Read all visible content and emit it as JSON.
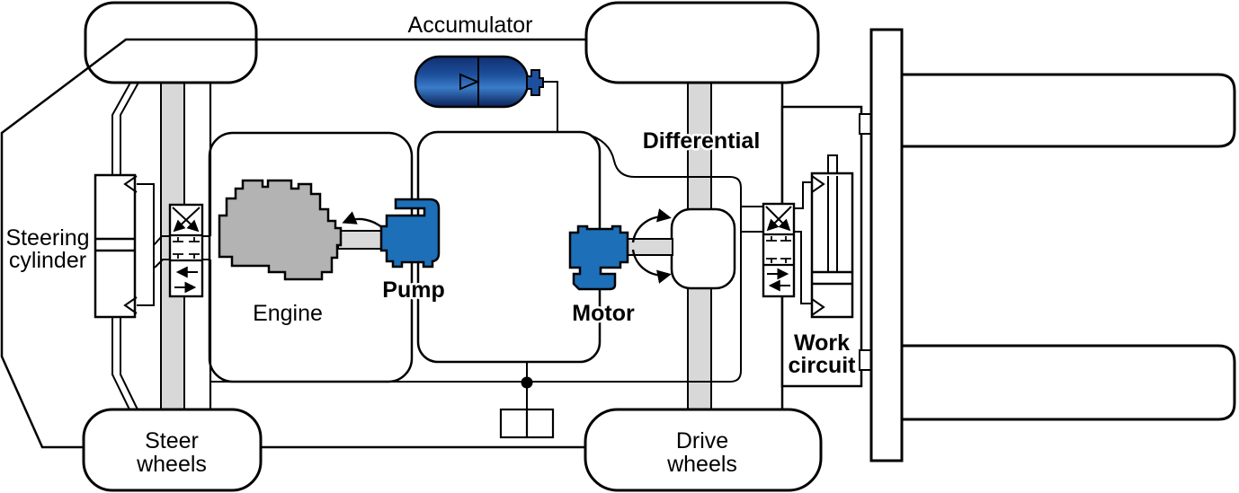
{
  "labels": {
    "accumulator": "Accumulator",
    "differential": "Differential",
    "engine": "Engine",
    "pump": "Pump",
    "motor": "Motor",
    "work_circuit": [
      "Work",
      "circuit"
    ],
    "steering_cylinder": [
      "Steering",
      "cylinder"
    ],
    "steer_wheels": [
      "Steer",
      "wheels"
    ],
    "drive_wheels": [
      "Drive",
      "wheels"
    ]
  },
  "colors": {
    "component_blue": "#1d6fb8",
    "accumulator_blue_dark": "#102a66",
    "accumulator_blue_light": "#3a7bc8",
    "engine_gray": "#b3b3b3",
    "shaft_gray": "#d9d9d9",
    "axle_gray": "#d8d8d8",
    "outline_black": "#000000",
    "background_white": "#ffffff"
  }
}
